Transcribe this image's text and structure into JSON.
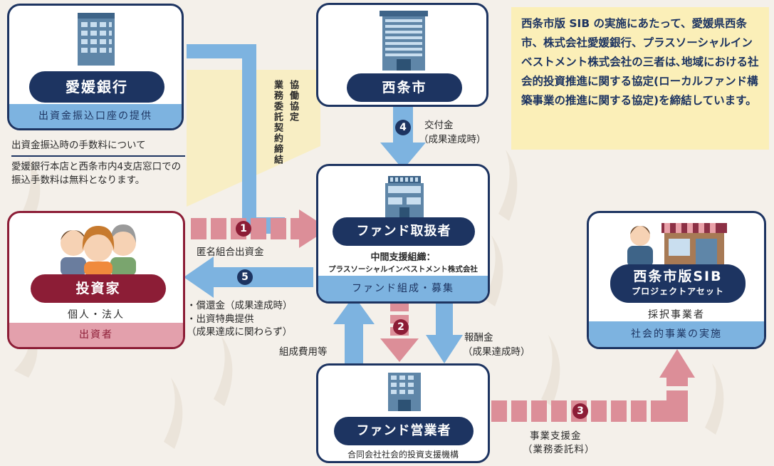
{
  "colors": {
    "navy": "#1d3461",
    "maroon": "#8c1d36",
    "blue_arrow": "#7db3e0",
    "pink_arrow": "#dc8e98",
    "note_bg": "#fbefb8",
    "yellow_band": "#f8eec4"
  },
  "note": {
    "text": "西条市版 SIB の実施にあたって、愛媛県西条市、株式会社愛媛銀行、プラスソーシャルインベストメント株式会社の三者は､地域における社会的投資推進に関する協定(ローカルファンド構築事業の推進に関する協定)を締結しています。"
  },
  "ehime_bank": {
    "icon": "building-icon",
    "name": "愛媛銀行",
    "role": "出資金振込口座の提供",
    "fee_heading": "出資金振込時の手数料について",
    "fee_text": "愛媛銀行本店と西条市内4支店窓口での振込手数料は無料となります。"
  },
  "saijo_city": {
    "icon": "city-hall-icon",
    "name": "西条市"
  },
  "fund_handler": {
    "icon": "office-building-icon",
    "name": "ファンド取扱者",
    "sub1": "中間支援組織：",
    "sub2": "プラスソーシャルインベストメント株式会社",
    "role": "ファンド組成・募集"
  },
  "investor": {
    "icon": "people-icon",
    "name": "投資家",
    "sub": "個人・法人",
    "role": "出資者"
  },
  "sib": {
    "icon": "shop-icon",
    "name": "西条市版SIB",
    "name_sub": "プロジェクトアセット",
    "sub": "採択事業者",
    "role": "社会的事業の実施"
  },
  "fund_operator": {
    "icon": "building-icon",
    "name": "ファンド営業者",
    "sub": "合同会社社会的投資支援機構"
  },
  "flows": {
    "agreement": "協働協定",
    "contract": "業務委託契約締結",
    "f1_num": "1",
    "f1_label": "匿名組合出資金",
    "f2_num": "2",
    "f3_num": "3",
    "f3_label1": "事業支援金",
    "f3_label2": "（業務委託料）",
    "f4_num": "4",
    "f4_label1": "交付金",
    "f4_label2": "（成果達成時）",
    "f5_num": "5",
    "f5_label1": "・償還金（成果達成時）",
    "f5_label2": "・出資特典提供",
    "f5_label3": "（成果達成に関わらず）",
    "formation_cost": "組成費用等",
    "fee_label1": "報酬金",
    "fee_label2": "（成果達成時）"
  }
}
